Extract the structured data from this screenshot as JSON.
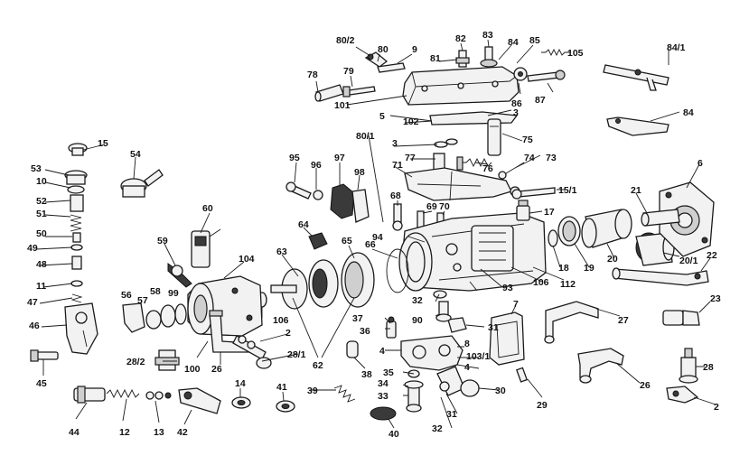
{
  "diagram": {
    "colors": {
      "ink": "#1a1a1a",
      "part_fill": "#f2f2f2",
      "shade": "#cfcfcf",
      "paper": "#ffffff"
    },
    "callouts": [
      "80/2",
      "80",
      "9",
      "82",
      "83",
      "84",
      "85",
      "105",
      "81",
      "84/1",
      "78",
      "79",
      "86",
      "87",
      "101",
      "5",
      "102",
      "3",
      "75",
      "84",
      "80/1",
      "3",
      "77",
      "76",
      "74",
      "73",
      "71",
      "15/1",
      "95",
      "96",
      "97",
      "98",
      "6",
      "15",
      "54",
      "53",
      "10",
      "52",
      "51",
      "50",
      "49",
      "48",
      "11",
      "47",
      "46",
      "45",
      "60",
      "59",
      "64",
      "65",
      "66",
      "68",
      "69",
      "70",
      "94",
      "17",
      "21",
      "18",
      "19",
      "20",
      "20/1",
      "22",
      "93",
      "106",
      "112",
      "104",
      "63",
      "56",
      "57",
      "58",
      "99",
      "106",
      "32",
      "90",
      "31",
      "37",
      "36",
      "4",
      "8",
      "103/1",
      "4",
      "35",
      "34",
      "33",
      "31",
      "32",
      "30",
      "7",
      "29",
      "27",
      "23",
      "28/2",
      "100",
      "26",
      "2",
      "28/1",
      "62",
      "38",
      "28",
      "2",
      "26",
      "44",
      "12",
      "13",
      "42",
      "14",
      "41",
      "39",
      "40"
    ]
  }
}
